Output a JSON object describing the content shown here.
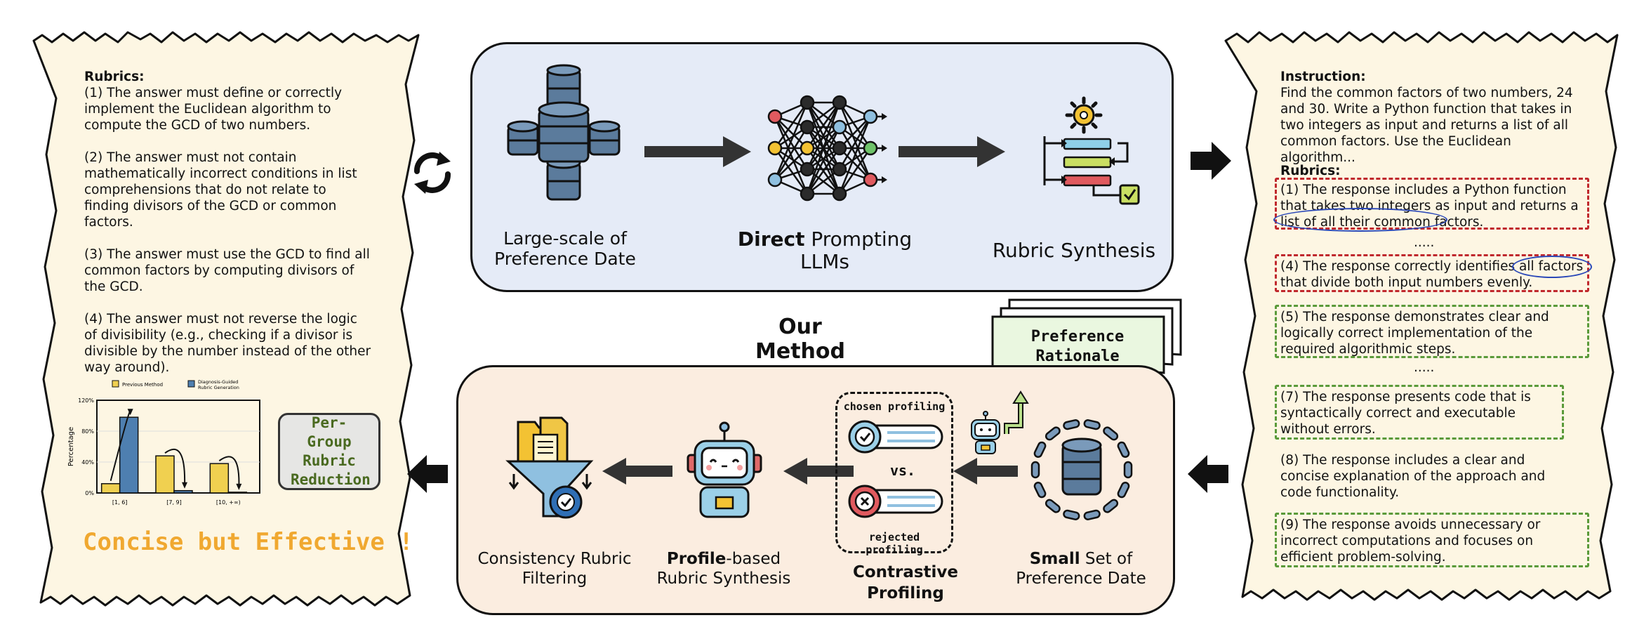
{
  "left_paper": {
    "heading": "Rubrics:",
    "rubrics": [
      "(1) The answer must define or correctly implement the Euclidean algorithm to compute the GCD of two numbers.",
      "(2) The answer must not contain mathematically incorrect conditions in list comprehensions that do not relate to finding divisors of the GCD or common factors.",
      "(3) The answer must use the GCD to find all common factors by computing divisors of the GCD.",
      "(4) The answer must not reverse the logic of divisibility (e.g., checking if a divisor is divisible by the number instead of the other way around)."
    ],
    "footer": "Concise but Effective !",
    "reduction_box": "Per-Group Rubric Reduction",
    "mini_chart": {
      "legend": [
        "Previous Method",
        "Diagnosis-Guided Rubric Generation"
      ],
      "ylabel": "Percentage",
      "y_ticks": [
        "0%",
        "40%",
        "80%",
        "120%"
      ],
      "x_ticks": [
        "[1, 6]",
        "[7, 9]",
        "[10, +∞)"
      ]
    }
  },
  "chart_data": {
    "type": "bar",
    "categories": [
      "[1, 6]",
      "[7, 9]",
      "[10, +∞)"
    ],
    "series": [
      {
        "name": "Previous Method",
        "values": [
          12,
          48,
          38
        ]
      },
      {
        "name": "Diagnosis-Guided Rubric Generation",
        "values": [
          98,
          3,
          1
        ]
      }
    ],
    "ylabel": "Percentage",
    "ylim": [
      0,
      120
    ],
    "colors": [
      "#f0d050",
      "#4e7fb0"
    ]
  },
  "top_panel": {
    "step1": "Large-scale of Preference Date",
    "step2_bold": "Direct",
    "step2_rest": " Prompting LLMs",
    "step3": "Rubric Synthesis"
  },
  "method_title": "Our Method",
  "preference_rationale": "Preference Rationale",
  "bottom_panel": {
    "step_small_bold": "Small",
    "step_small_rest": " Set of Preference Date",
    "contrastive": "Contrastive Profiling",
    "chosen": "chosen profiling",
    "vs": "vs.",
    "rejected": "rejected profiling",
    "profile_bold": "Profile",
    "profile_rest": "-based Rubric Synthesis",
    "filtering": "Consistency Rubric Filtering"
  },
  "right_paper": {
    "instruction_heading": "Instruction:",
    "instruction": "Find the common factors of two numbers, 24 and 30. Write a Python function that takes in two integers as input and returns a list of all common factors. Use the Euclidean algorithm...",
    "rubrics_heading": "Rubrics:",
    "r1_a": "(1) The response includes a Python function that takes two integers as input and returns a list of ",
    "r1_b": "all their common factors.",
    "dots1": ".....",
    "r4_a": "(4) The response correctly identifies ",
    "r4_b": "all factors",
    "r4_c": " that divide both input numbers evenly.",
    "r5": "(5) The response demonstrates clear and logically correct implementation of the required algorithmic steps.",
    "dots2": ".....",
    "r7": "(7) The response presents code that is syntactically correct and executable without errors.",
    "r8": "(8) The response includes a clear and concise explanation of the approach and code functionality.",
    "r9": "(9) The response avoids unnecessary or incorrect computations and focuses on efficient problem-solving."
  },
  "colors": {
    "paper": "#fdf6e3",
    "top_panel": "#e5ebf7",
    "bottom_panel": "#fbede0",
    "red_dash": "#c0282d",
    "green_dash": "#5a9a3a",
    "orange_text": "#f0a830",
    "rationale_fill": "#eaf7e0"
  }
}
